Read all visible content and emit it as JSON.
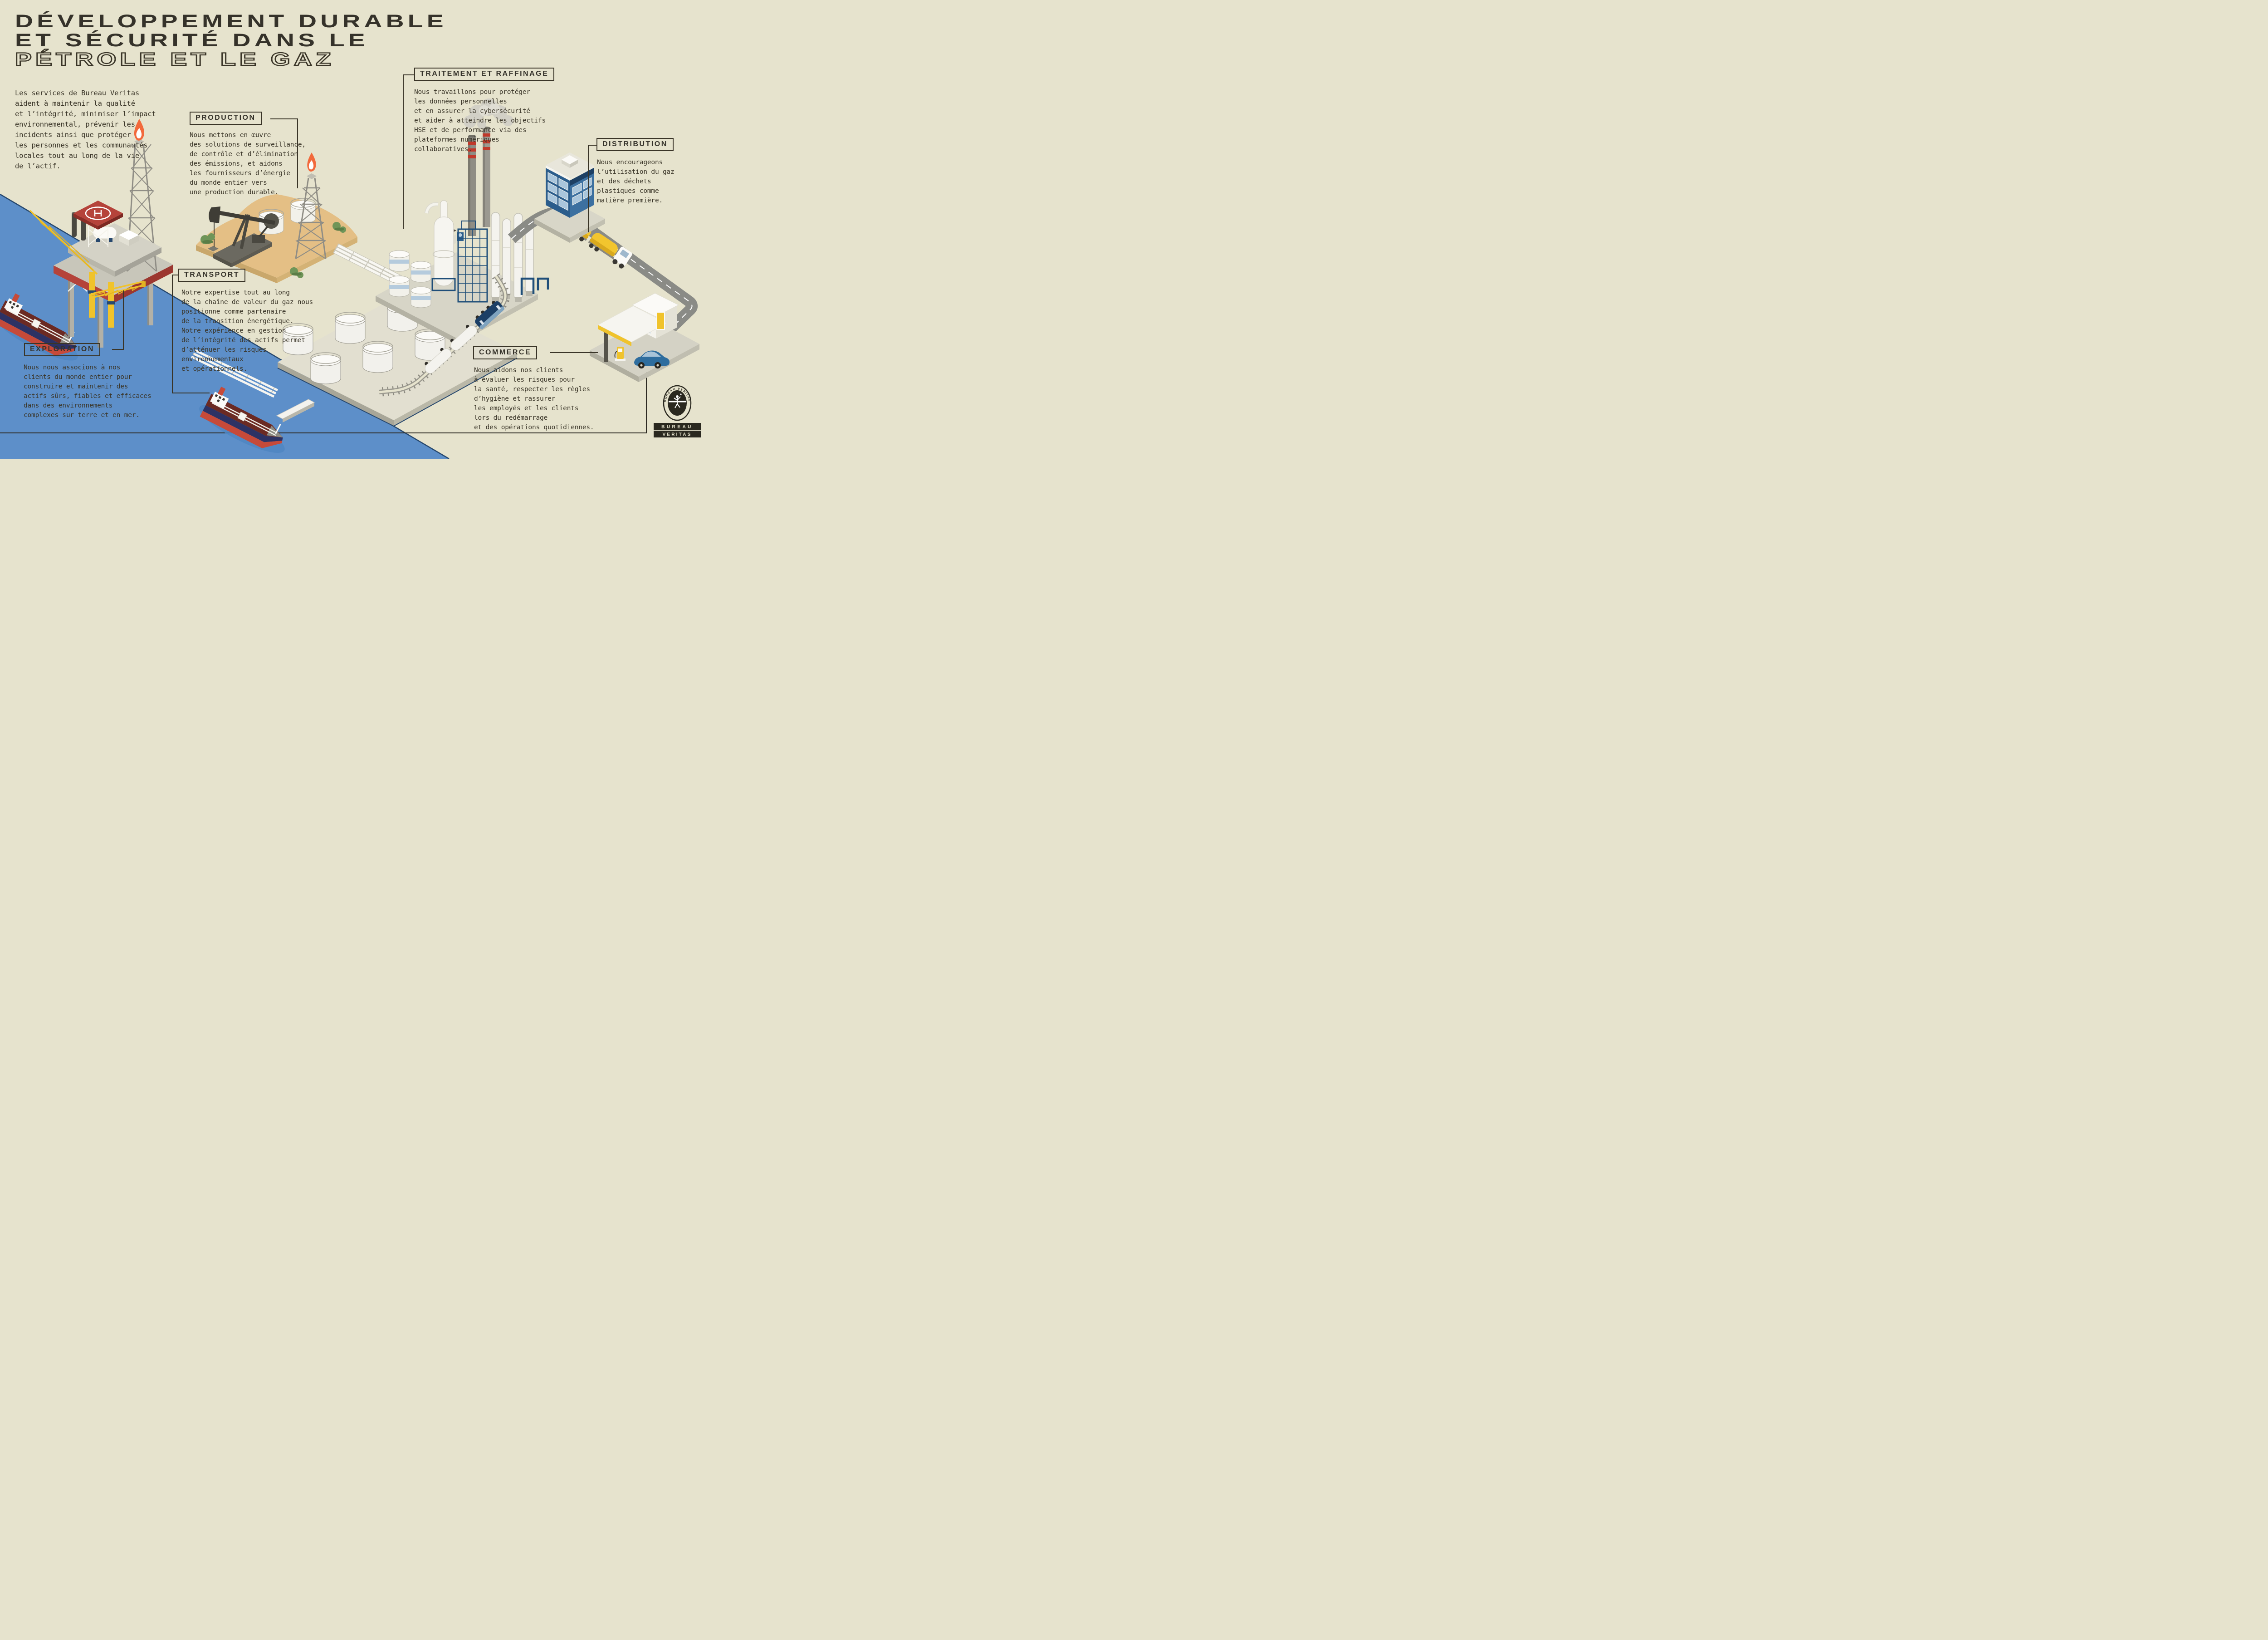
{
  "title": {
    "line1": "DÉVELOPPEMENT DURABLE",
    "line2": "ET SÉCURITÉ DANS LE",
    "line3": "PÉTROLE ET LE GAZ"
  },
  "intro": "Les services de Bureau Veritas\naident à maintenir la qualité\net l’intégrité, minimiser l’impact\nenvironnemental, prévenir les\nincidents ainsi que protéger\nles personnes et les communautés\nlocales tout au long de la vie\nde l’actif.",
  "sections": {
    "production": {
      "label": "PRODUCTION",
      "text": "Nous mettons en œuvre\ndes solutions de surveillance,\nde contrôle et d’élimination\ndes émissions, et aidons\nles fournisseurs d’énergie\ndu monde entier vers\nune production durable."
    },
    "traitement": {
      "label": "TRAITEMENT ET RAFFINAGE",
      "text": "Nous travaillons pour protéger\nles données personnelles\net en assurer la cybersécurité\net aider à atteindre les objectifs\nHSE et de performance via des\nplateformes numériques\ncollaboratives."
    },
    "distribution": {
      "label": "DISTRIBUTION",
      "text": "Nous encourageons\nl’utilisation du gaz\net des déchets\nplastiques comme\nmatière première."
    },
    "transport": {
      "label": "TRANSPORT",
      "text": "Notre expertise tout au long\nde la chaîne de valeur du gaz nous\npositionne comme partenaire\nde la transition énergétique.\nNotre expérience en gestion\nde l’intégrité des actifs permet\nd’atténuer les risques\nenvironnementaux\net opérationnels."
    },
    "exploration": {
      "label": "EXPLORATION",
      "text": "Nous nous associons à nos\nclients du monde entier pour\nconstruire et maintenir des\nactifs sûrs, fiables et efficaces\ndans des environnements\ncomplexes sur terre et en mer."
    },
    "commerce": {
      "label": "COMMERCE",
      "text": "Nous aidons nos clients\nà évaluer les risques pour\nla santé, respecter les règles\nd’hygiène et rassurer\nles employés et les clients\nlors du redémarrage\net des opérations quotidiennes."
    }
  },
  "logo": {
    "seal_text": "BUREAU VERITAS",
    "year": "1828",
    "wordmark_line1": "BUREAU",
    "wordmark_line2": "VERITAS"
  },
  "colors": {
    "background": "#e6e3cd",
    "ink": "#3a3528",
    "water": "#5d8fc9",
    "water_edge": "#27486e",
    "sand": "#e4bf85",
    "yellow": "#f0c32c",
    "red": "#b5433a",
    "navy_hull": "#2d3264",
    "flame_orange": "#f2693b",
    "structure_blue": "#1f4e79",
    "road_gray": "#8a8b86"
  }
}
